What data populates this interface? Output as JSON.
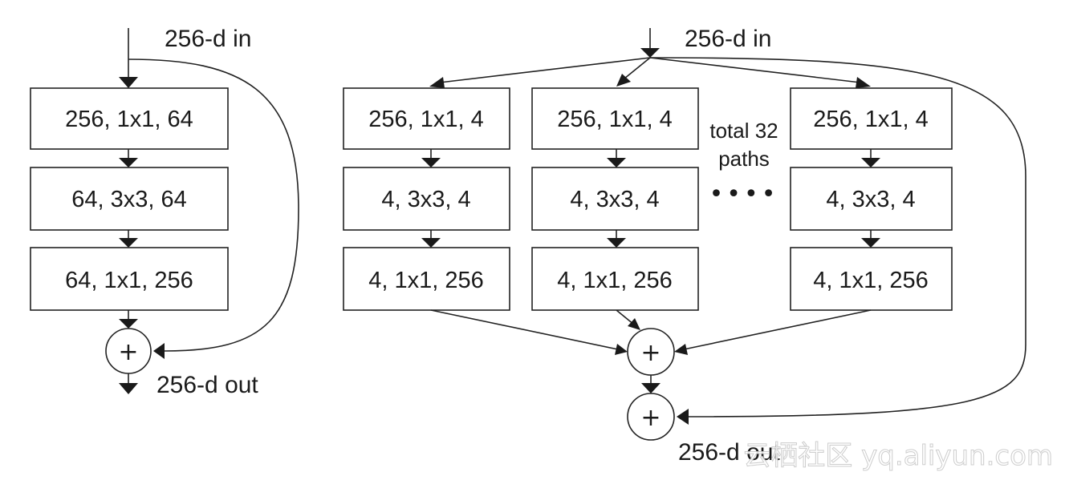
{
  "left_block": {
    "input_label": "256-d in",
    "layers": [
      "256, 1x1, 64",
      "64, 3x3, 64",
      "64, 1x1, 256"
    ],
    "sum_symbol": "+",
    "output_label": "256-d out"
  },
  "right_block": {
    "input_label": "256-d in",
    "path_a": [
      "256, 1x1, 4",
      "4, 3x3, 4",
      "4, 1x1, 256"
    ],
    "path_b": [
      "256, 1x1, 4",
      "4, 3x3, 4",
      "4, 1x1, 256"
    ],
    "path_c": [
      "256, 1x1, 4",
      "4, 3x3, 4",
      "4, 1x1, 256"
    ],
    "note_line1": "total 32",
    "note_line2": "paths",
    "ellipsis": "••••",
    "sum_symbol": "+",
    "residual_symbol": "+",
    "output_label": "256-d out"
  },
  "watermark": "云栖社区 yq.aliyun.com"
}
